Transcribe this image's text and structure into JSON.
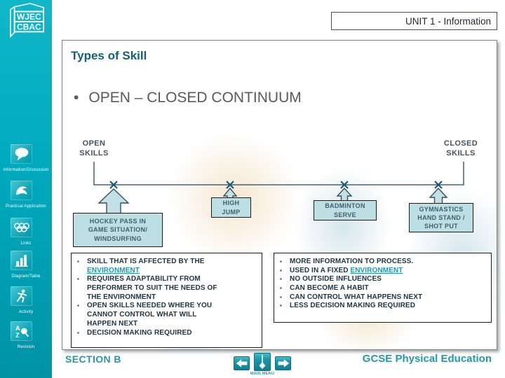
{
  "logo": {
    "line1": "WJEC",
    "line2": "CBAC"
  },
  "header": {
    "unit_label": "UNIT 1 - Information"
  },
  "sidebar": {
    "items": [
      {
        "label": "Information/Discussion",
        "icon": "speech-bubble"
      },
      {
        "label": "Practical Application",
        "icon": "flexed-arm"
      },
      {
        "label": "Links",
        "icon": "olympic-rings"
      },
      {
        "label": "Diagram/Table",
        "icon": "bar-chart"
      },
      {
        "label": "Activity",
        "icon": "runner"
      },
      {
        "label": "Revision",
        "icon": "a-z-search"
      }
    ]
  },
  "main": {
    "title": "Types of Skill",
    "bullet_marker": "•",
    "bullet_heading": "OPEN – CLOSED CONTINUUM"
  },
  "continuum": {
    "left_label": "OPEN\nSKILLS",
    "right_label": "CLOSED\nSKILLS",
    "points": [
      {
        "label": "HOCKEY PASS IN\nGAME SITUATION/\nWINDSURFING"
      },
      {
        "label": "HIGH\nJUMP"
      },
      {
        "label": "BADMINTON\nSERVE"
      },
      {
        "label": "GYMNASTICS\nHAND STAND /\nSHOT PUT"
      }
    ]
  },
  "open_skills_box": {
    "items": [
      [
        {
          "t": "SKILL THAT IS AFFECTED BY THE\n"
        },
        {
          "t": "ENVIRONMENT",
          "link": true
        }
      ],
      [
        {
          "t": "REQUIRES ADAPTABILITY FROM\nPERFORMER TO SUIT THE NEEDS OF\nTHE ENVIRONMENT"
        }
      ],
      [
        {
          "t": "OPEN SKILLS NEEDED WHERE YOU\nCANNOT CONTROL WHAT WILL\nHAPPEN NEXT"
        }
      ],
      [
        {
          "t": "DECISION MAKING REQUIRED"
        }
      ]
    ]
  },
  "closed_skills_box": {
    "items": [
      [
        {
          "t": "MORE INFORMATION TO PROCESS."
        }
      ],
      [
        {
          "t": "USED IN A FIXED "
        },
        {
          "t": "ENVIRONMENT",
          "link": true
        }
      ],
      [
        {
          "t": "NO OUTSIDE INFLUENCES"
        }
      ],
      [
        {
          "t": "CAN BECOME A HABIT"
        }
      ],
      [
        {
          "t": "CAN CONTROL WHAT HAPPENS NEXT"
        }
      ],
      [
        {
          "t": "LESS DECISION MAKING REQUIRED"
        }
      ]
    ]
  },
  "footer": {
    "section": "SECTION B",
    "course": "GCSE Physical Education",
    "main_menu": "MAIN MENU"
  },
  "colors": {
    "teal_accent": "#00a9bc",
    "title_blue": "#175d77",
    "link_teal": "#1b9aab",
    "box_fill": "#bcdfe3",
    "footer_teal": "#2398a8"
  }
}
